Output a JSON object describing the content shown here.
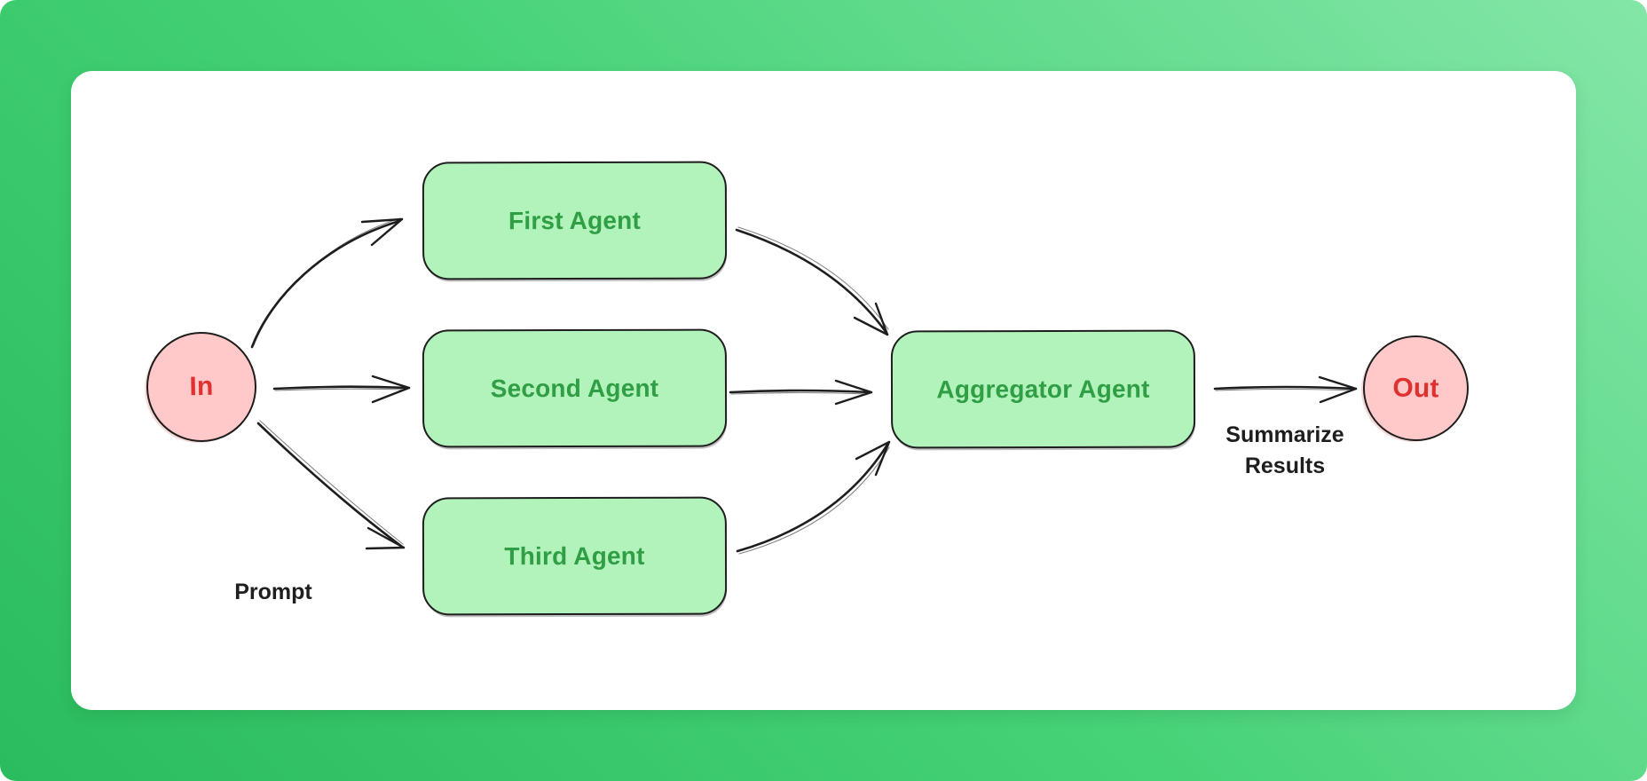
{
  "diagram": {
    "style": {
      "stroke_color": "#1e1e1e",
      "background_gradient_start": "#84e6a8",
      "background_gradient_end": "#2abc5d",
      "card_color": "#ffffff",
      "node_green_fill": "#b2f2bb",
      "node_green_text": "#2f9e44",
      "node_pink_fill": "#ffc9c9",
      "node_pink_text": "#e03131"
    },
    "nodes": [
      {
        "id": "in",
        "shape": "circle",
        "label": "In",
        "fill": "#ffc9c9",
        "text_color": "#e03131"
      },
      {
        "id": "first-agent",
        "shape": "rounded-rect",
        "label": "First Agent",
        "fill": "#b2f2bb",
        "text_color": "#2f9e44"
      },
      {
        "id": "second-agent",
        "shape": "rounded-rect",
        "label": "Second Agent",
        "fill": "#b2f2bb",
        "text_color": "#2f9e44"
      },
      {
        "id": "third-agent",
        "shape": "rounded-rect",
        "label": "Third Agent",
        "fill": "#b2f2bb",
        "text_color": "#2f9e44"
      },
      {
        "id": "aggregator-agent",
        "shape": "rounded-rect",
        "label": "Aggregator Agent",
        "fill": "#b2f2bb",
        "text_color": "#2f9e44"
      },
      {
        "id": "out",
        "shape": "circle",
        "label": "Out",
        "fill": "#ffc9c9",
        "text_color": "#e03131"
      }
    ],
    "edges": [
      {
        "from": "in",
        "to": "first-agent",
        "label": ""
      },
      {
        "from": "in",
        "to": "second-agent",
        "label": ""
      },
      {
        "from": "in",
        "to": "third-agent",
        "label": "Prompt"
      },
      {
        "from": "first-agent",
        "to": "aggregator-agent",
        "label": ""
      },
      {
        "from": "second-agent",
        "to": "aggregator-agent",
        "label": ""
      },
      {
        "from": "third-agent",
        "to": "aggregator-agent",
        "label": ""
      },
      {
        "from": "aggregator-agent",
        "to": "out",
        "label": "Summarize Results"
      }
    ]
  }
}
